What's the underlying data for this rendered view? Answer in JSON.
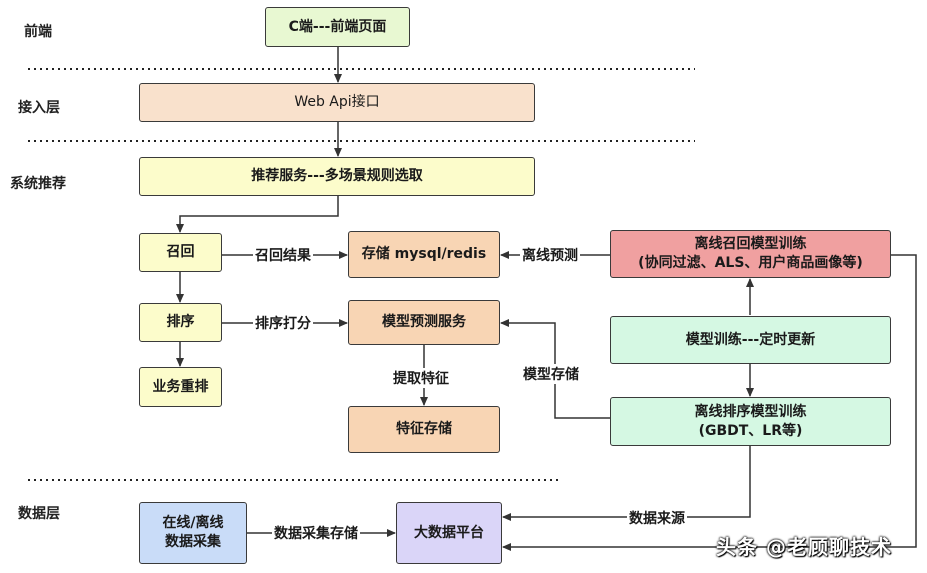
{
  "layers": {
    "frontend": "前端",
    "access": "接入层",
    "system": "系统推荐",
    "data": "数据层"
  },
  "nodes": {
    "c_frontend": "C端---前端页面",
    "web_api": "Web Api接口",
    "rec_service": "推荐服务---多场景规则选取",
    "recall": "召回",
    "ranking": "排序",
    "rerank": "业务重排",
    "storage": "存储 mysql/redis",
    "model_predict": "模型预测服务",
    "feature_store": "特征存储",
    "offline_recall_train": {
      "line1": "离线召回模型训练",
      "line2": "(协同过滤、ALS、用户商品画像等)"
    },
    "model_train": "模型训练---定时更新",
    "offline_rank_train": {
      "line1": "离线排序模型训练",
      "line2": "(GBDT、LR等)"
    },
    "online_offline": {
      "line1": "在线/离线",
      "line2": "数据采集"
    },
    "big_data": "大数据平台"
  },
  "edges": {
    "recall_result": "召回结果",
    "rank_score": "排序打分",
    "offline_predict": "离线预测",
    "extract_feature": "提取特征",
    "model_store": "模型存储",
    "data_collect_store": "数据采集存储",
    "data_source": "数据来源"
  },
  "watermark": "头条 @老顾聊技术",
  "colors": {
    "green_light": "#e8f8d2",
    "peach": "#f9e1cc",
    "yellow": "#fcfccb",
    "orange": "#f8d5b4",
    "red": "#f0a0a0",
    "mint": "#d5f8e3",
    "blue": "#c9dcf8",
    "purple": "#dad5f8",
    "line": "#333333"
  }
}
